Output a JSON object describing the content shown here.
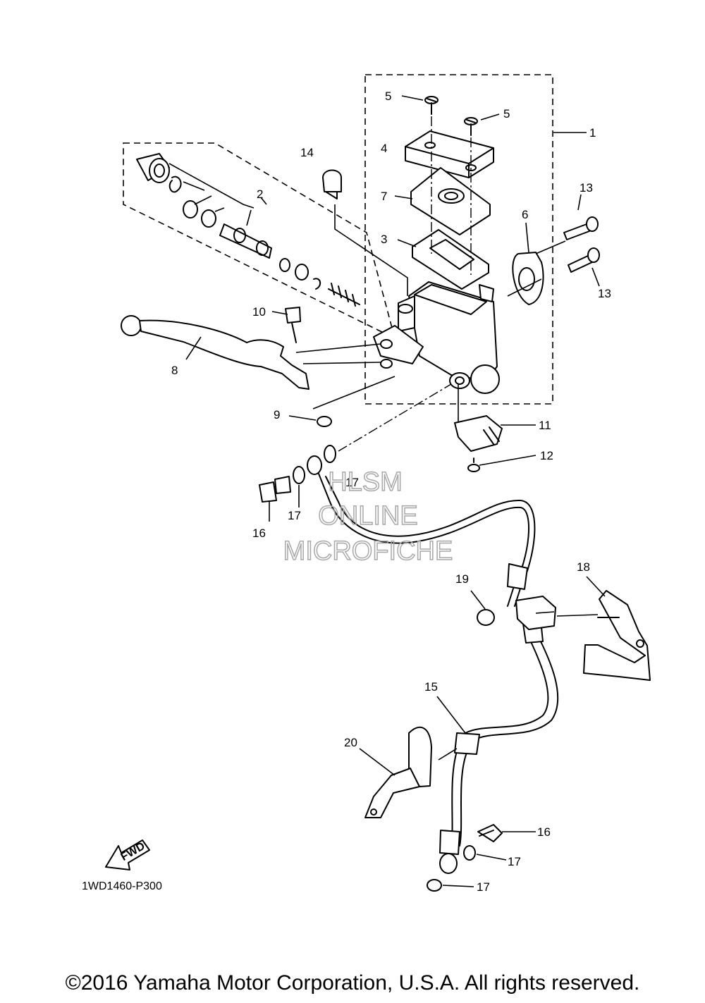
{
  "callouts": {
    "c1": "1",
    "c2": "2",
    "c3": "3",
    "c4": "4",
    "c5a": "5",
    "c5b": "5",
    "c6": "6",
    "c7": "7",
    "c8": "8",
    "c9": "9",
    "c10": "10",
    "c11": "11",
    "c12": "12",
    "c13a": "13",
    "c13b": "13",
    "c14": "14",
    "c15": "15",
    "c16a": "16",
    "c16b": "16",
    "c17a": "17",
    "c17b": "17",
    "c17c": "17",
    "c17d": "17",
    "c18": "18",
    "c19": "19",
    "c20": "20"
  },
  "watermark": {
    "line1": "HLSM",
    "line2": "ONLINE",
    "line3": "MICROFICHE"
  },
  "fwd_label": "FWD",
  "diagram_code": "1WD1460-P300",
  "copyright": "©2016 Yamaha Motor Corporation, U.S.A. All rights reserved."
}
